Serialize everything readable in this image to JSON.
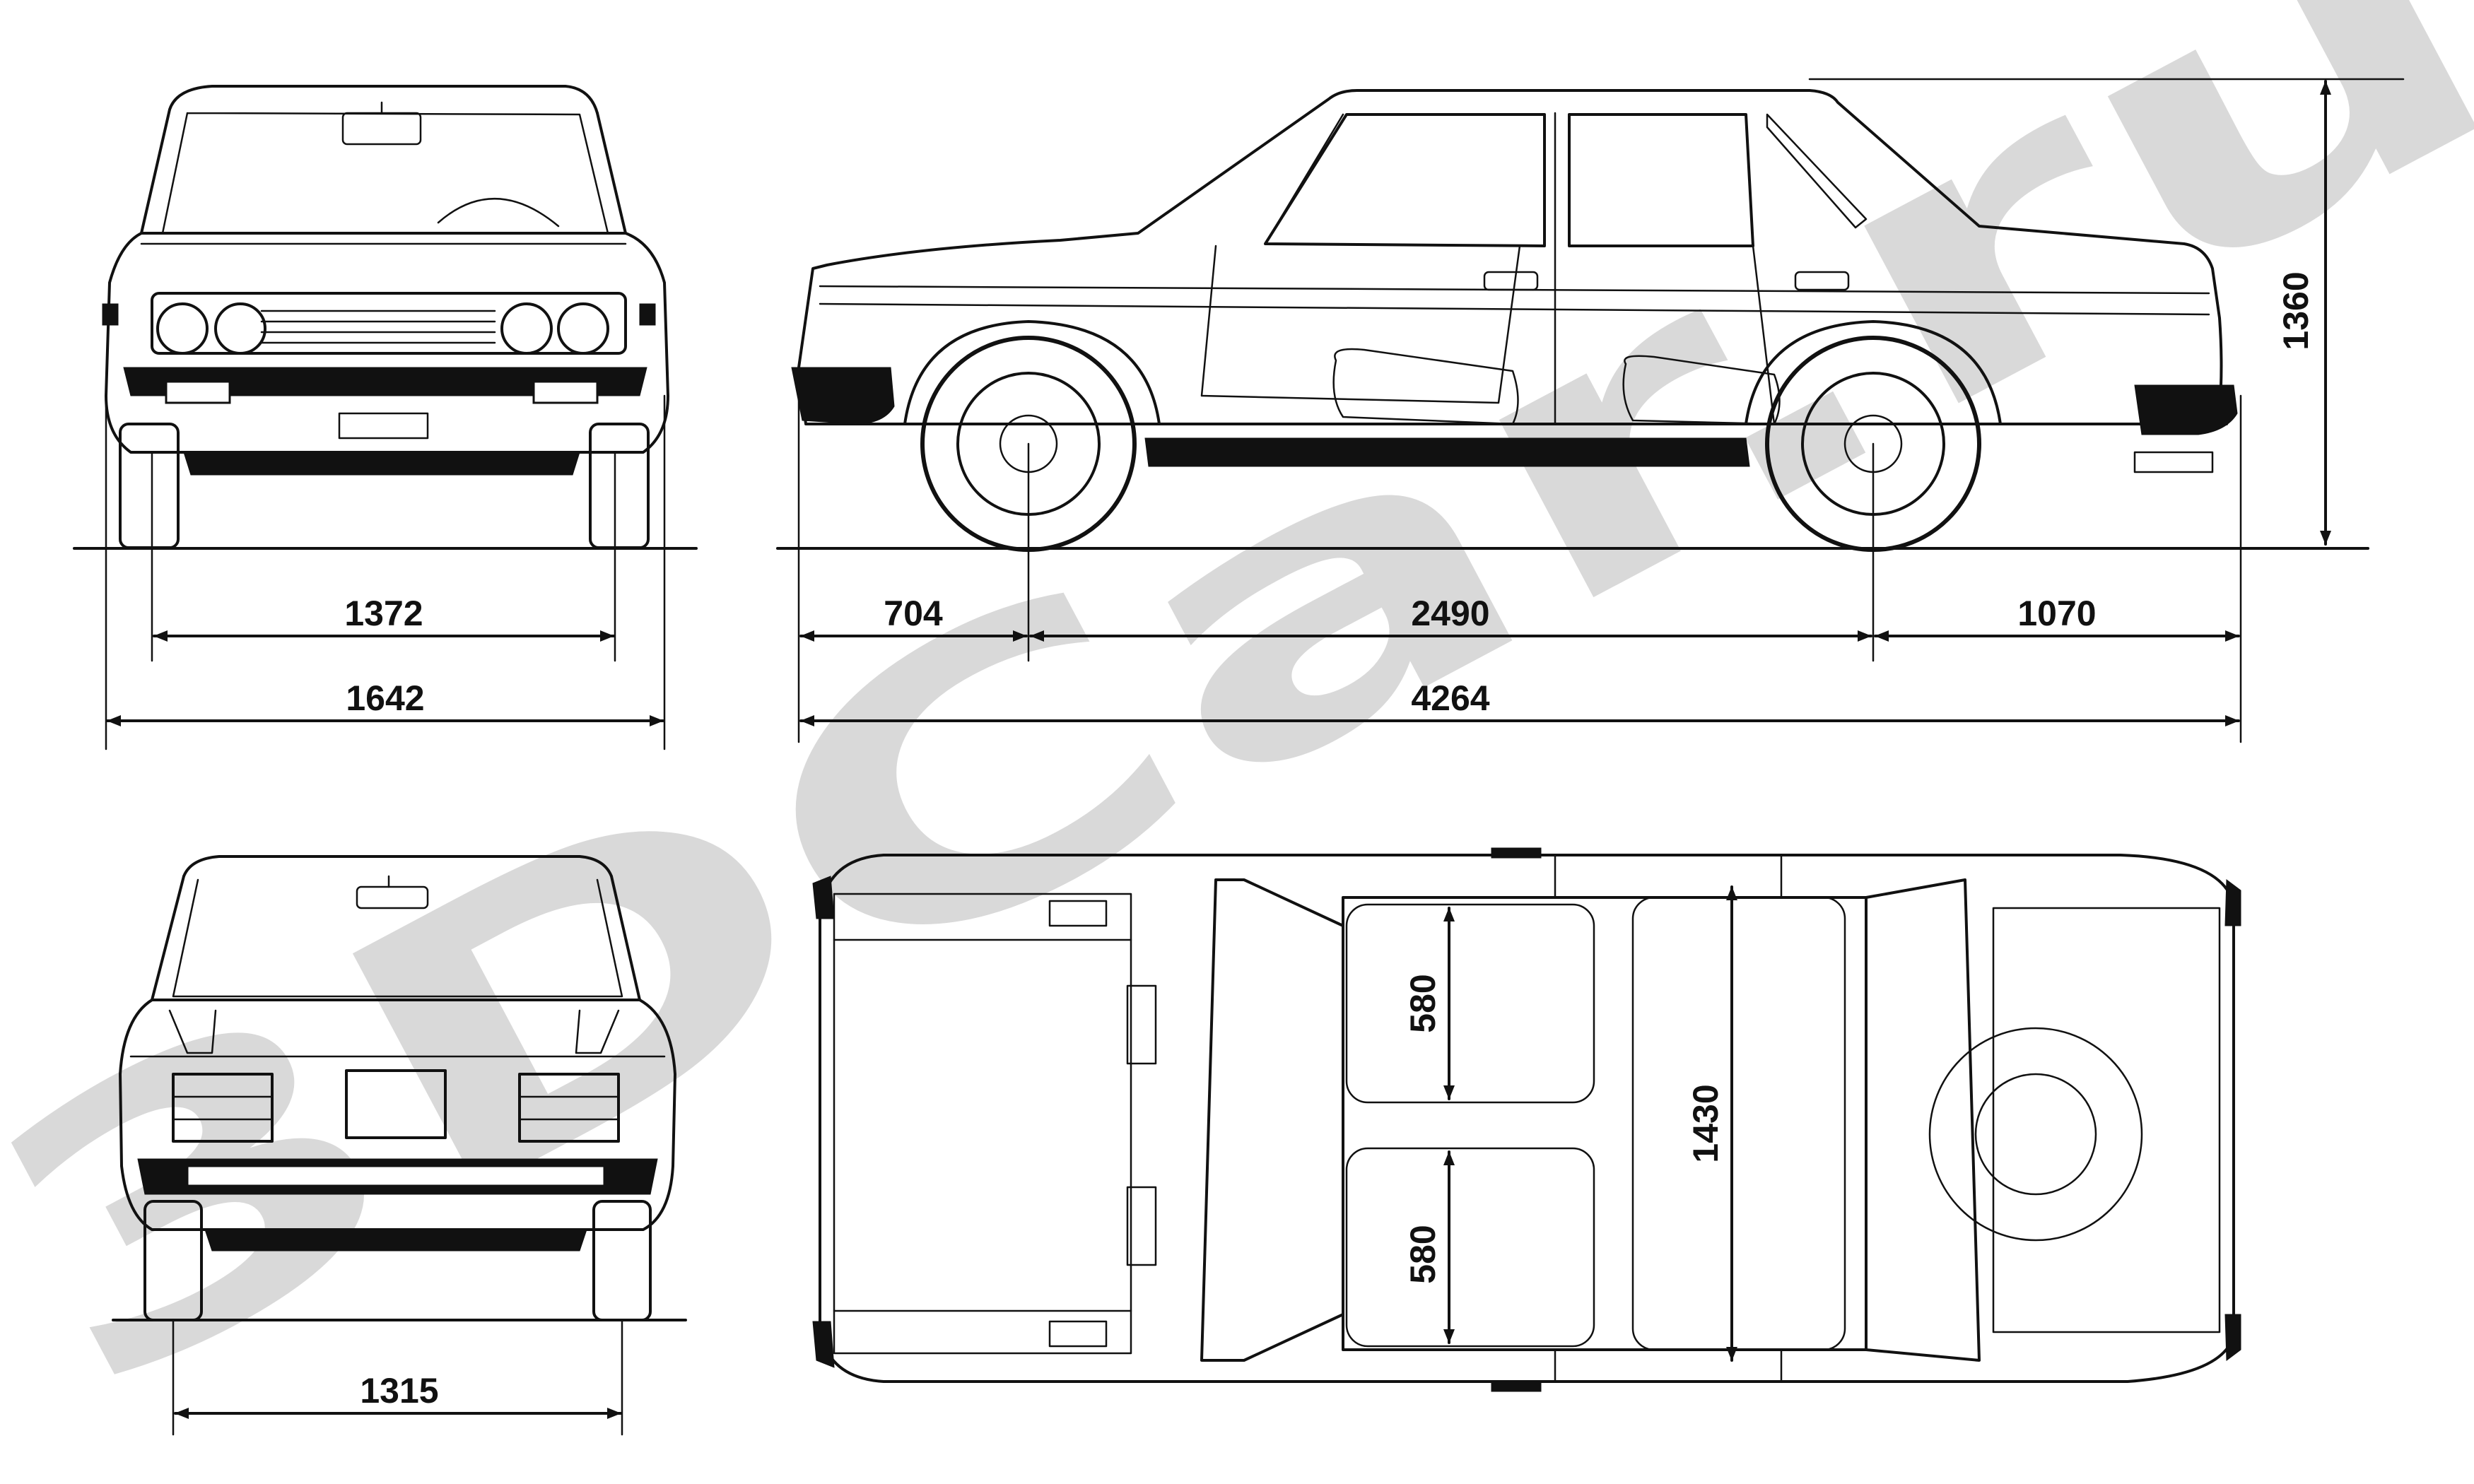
{
  "watermark": {
    "text": "3DCar.ru",
    "color": "#d9d9d9"
  },
  "dimensions": {
    "front_track": "1372",
    "overall_width": "1642",
    "rear_track": "1315",
    "front_overhang": "704",
    "wheelbase": "2490",
    "rear_overhang": "1070",
    "overall_length": "4264",
    "height": "1360",
    "seat_depth_left": "580",
    "seat_depth_right": "580",
    "interior_width": "1430"
  },
  "colors": {
    "line": "#111111",
    "background": "#ffffff"
  }
}
